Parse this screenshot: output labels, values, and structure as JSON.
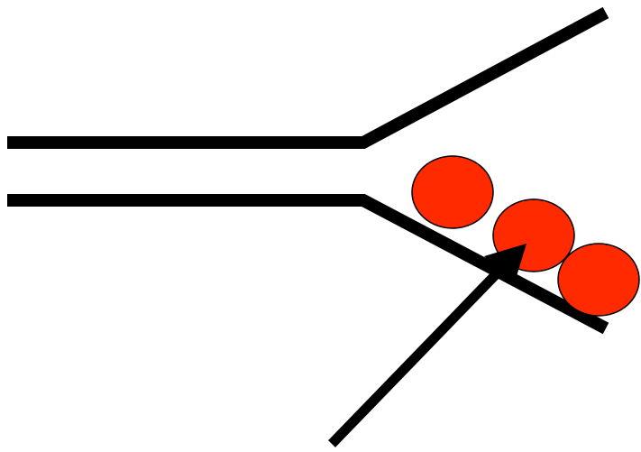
{
  "diagram": {
    "background": "#ffffff",
    "colors": {
      "wall": "#000000",
      "particle_fill": "#ff2a00",
      "particle_stroke": "#000000",
      "arrow": "#000000"
    },
    "shapes": {
      "walls": [
        "upper-wall",
        "lower-wall"
      ],
      "particle_count": 3,
      "arrow_icon": "arrow-icon"
    }
  }
}
